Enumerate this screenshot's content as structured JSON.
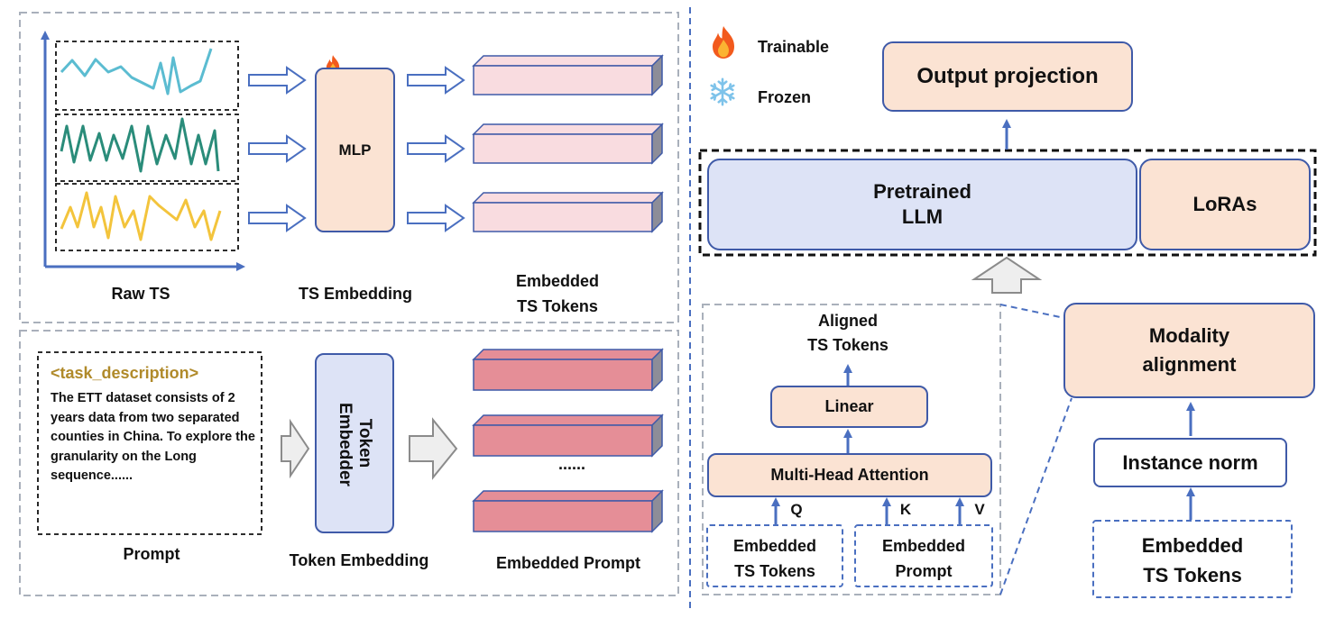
{
  "legend": {
    "trainable_label": "Trainable",
    "frozen_label": "Frozen",
    "trainable_icon": "fire-icon",
    "frozen_icon": "snowflake-icon"
  },
  "ts_panel": {
    "raw_ts_label": "Raw TS",
    "mlp_label": "MLP",
    "ts_embedding_label": "TS Embedding",
    "embedded_ts_tokens_label_line1": "Embedded",
    "embedded_ts_tokens_label_line2": "TS Tokens"
  },
  "prompt_panel": {
    "task_tag": "<task_description>",
    "prompt_text": "The ETT dataset consists of 2 years data from two separated counties in China. To explore the granularity on the Long sequence......",
    "prompt_label": "Prompt",
    "token_embedder_label": "Token Embedder",
    "token_embedding_label": "Token Embedding",
    "ellipsis": "......",
    "embedded_prompt_label": "Embedded Prompt"
  },
  "llm_section": {
    "output_projection": "Output projection",
    "pretrained_llm_line1": "Pretrained",
    "pretrained_llm_line2": "LLM",
    "loras": "LoRAs"
  },
  "alignment_detail": {
    "aligned_line1": "Aligned",
    "aligned_line2": "TS Tokens",
    "linear": "Linear",
    "mha": "Multi-Head Attention",
    "q": "Q",
    "k": "K",
    "v": "V",
    "emb_ts_line1": "Embedded",
    "emb_ts_line2": "TS Tokens",
    "emb_prompt_line1": "Embedded",
    "emb_prompt_line2": "Prompt"
  },
  "right_column": {
    "modality_line1": "Modality",
    "modality_line2": "alignment",
    "instance_norm": "Instance norm",
    "emb_ts_line1": "Embedded",
    "emb_ts_line2": "TS Tokens"
  },
  "colors": {
    "accent_blue": "#3f5aa8",
    "peach_fill": "#fbe3d3",
    "llm_fill": "#dde3f6",
    "ts_token_fill": "#f9dce0",
    "prompt_token_fill": "#e58e97",
    "series_cyan": "#5bbcd1",
    "series_teal": "#2a8c7a",
    "series_yellow": "#f3c43c",
    "task_tag_color": "#b08a2a"
  }
}
